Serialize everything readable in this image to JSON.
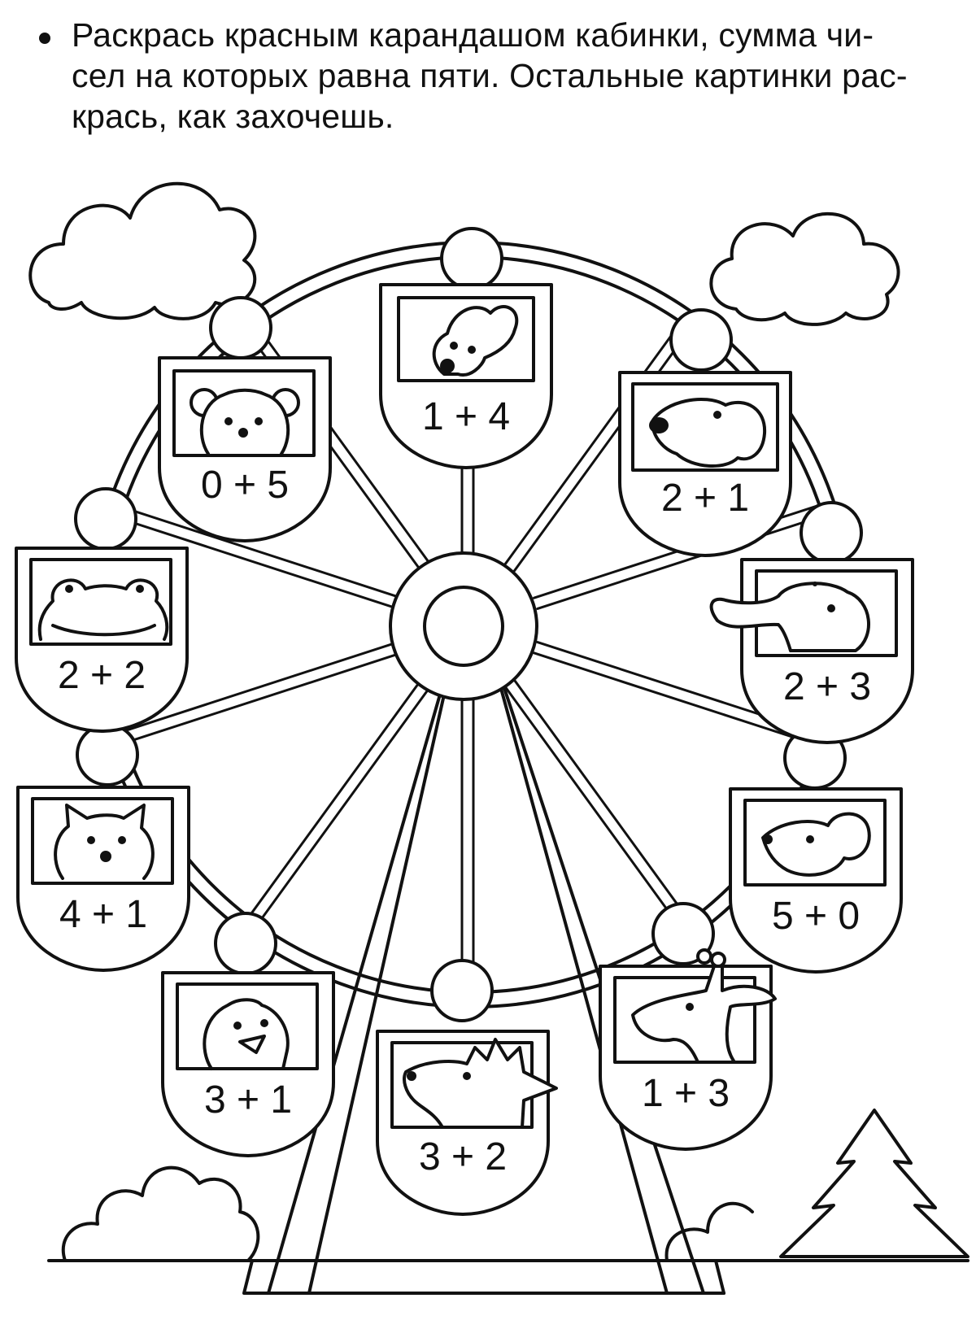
{
  "instruction": {
    "lines": [
      "Раскрась красным карандашом кабинки, сумма чи-",
      "сел на которых равна пяти. Остальные картинки рас-",
      "крась, как захочешь."
    ]
  },
  "cabins": [
    {
      "label": "1 + 4",
      "animal": "rabbit-icon"
    },
    {
      "label": "2 + 1",
      "animal": "dog-icon"
    },
    {
      "label": "2 + 3",
      "animal": "elephant-icon"
    },
    {
      "label": "5 + 0",
      "animal": "mouse-icon"
    },
    {
      "label": "1 + 3",
      "animal": "giraffe-icon"
    },
    {
      "label": "3 + 2",
      "animal": "hedgehog-icon"
    },
    {
      "label": "3 + 1",
      "animal": "chick-icon"
    },
    {
      "label": "4 + 1",
      "animal": "cat-icon"
    },
    {
      "label": "2 + 2",
      "animal": "frog-icon"
    },
    {
      "label": "0 + 5",
      "animal": "bear-icon"
    }
  ],
  "colors": {
    "ink": "#111111",
    "paper": "#ffffff"
  }
}
